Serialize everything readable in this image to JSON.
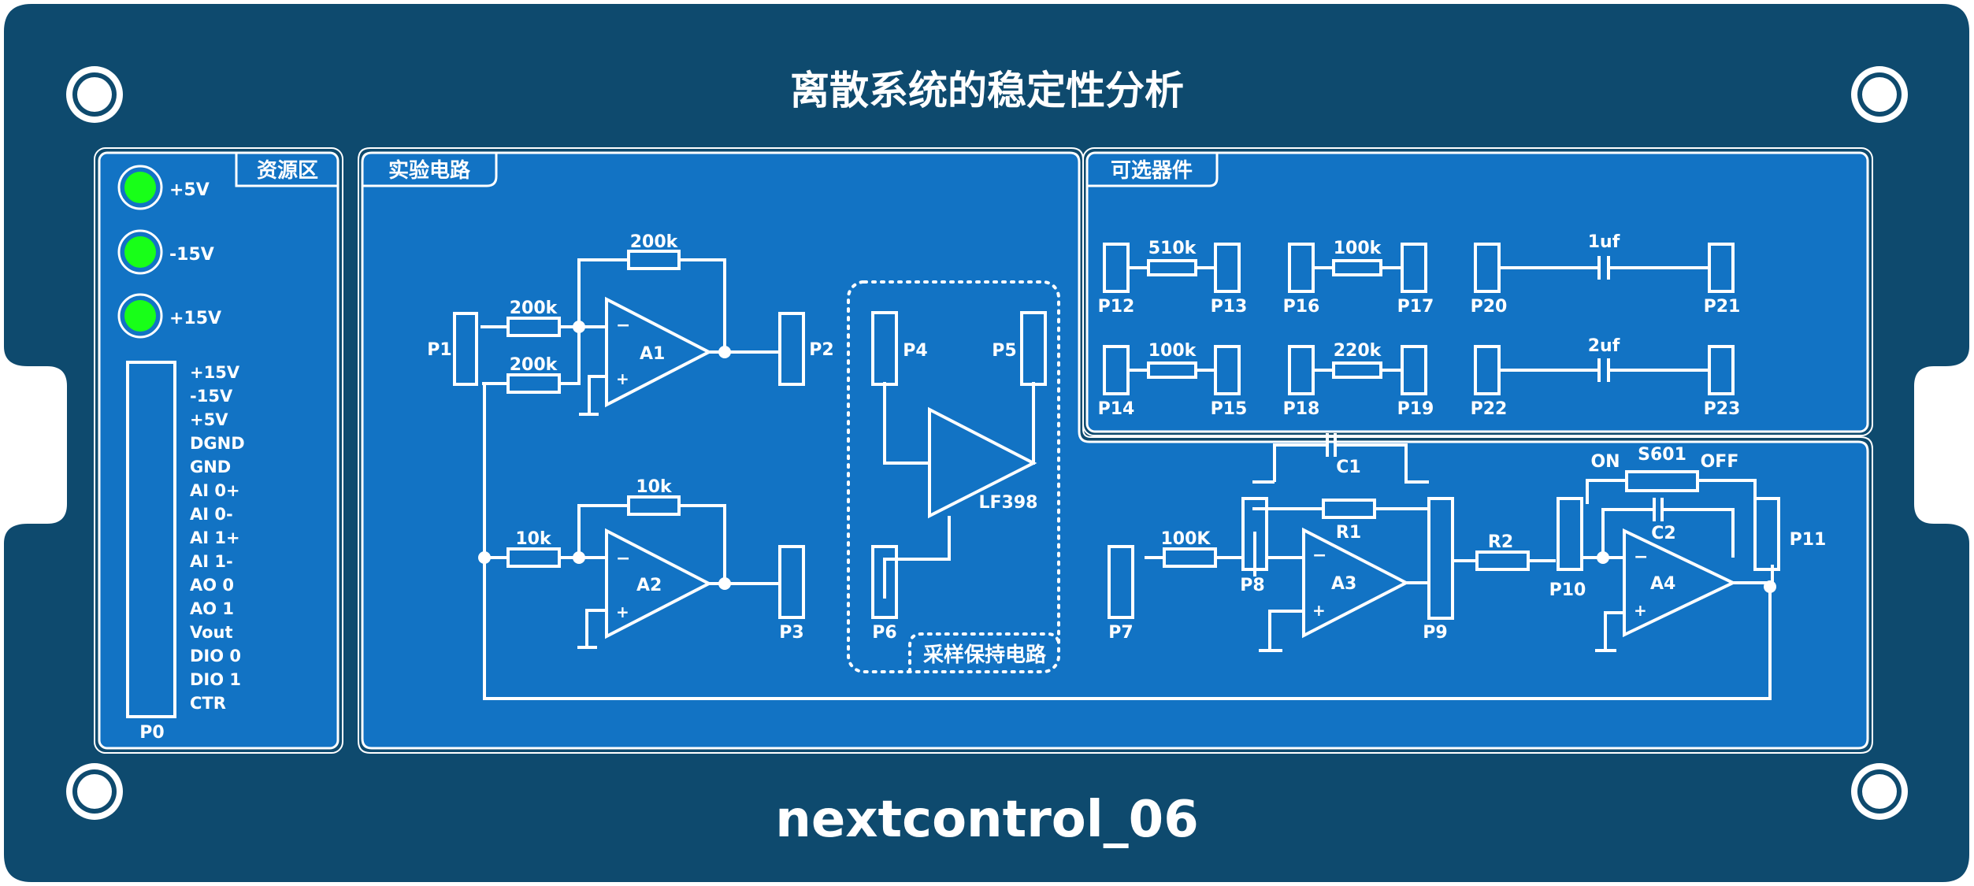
{
  "title": "离散系统的稳定性分析",
  "brand": {
    "prefix": "n",
    "x": "e",
    "rest": "xtcontrol_06"
  },
  "colors": {
    "board": "#0e4a6e",
    "panel": "#1273c4",
    "led": "#18ff18",
    "line": "#ffffff"
  },
  "resource": {
    "label": "资源区",
    "leds": [
      "+5V",
      "-15V",
      "+15V"
    ],
    "connector_labels": [
      "+15V",
      "-15V",
      "+5V",
      "DGND",
      "GND",
      "AI 0+",
      "AI 0-",
      "AI 1+",
      "AI 1-",
      "AO 0",
      "AO 1",
      "Vout",
      "DIO 0",
      "DIO 1",
      "CTR"
    ],
    "connector_name": "P0"
  },
  "experiment": {
    "label": "实验电路",
    "ports": {
      "p1": "P1",
      "p2": "P2",
      "p3": "P3",
      "p4": "P4",
      "p5": "P5",
      "p6": "P6",
      "p7": "P7",
      "p8": "P8",
      "p9": "P9",
      "p10": "P10",
      "p11": "P11"
    },
    "resistors": {
      "a1_in": "200k",
      "a1_in2": "200k",
      "a1_fb": "200k",
      "a2_in": "10k",
      "a2_fb": "10k",
      "a3_in": "100K",
      "r1": "R1",
      "r2": "R2"
    },
    "caps": {
      "c1": "C1",
      "c2": "C2"
    },
    "opamps": {
      "a1": "A1",
      "a2": "A2",
      "a3": "A3",
      "a4": "A4"
    },
    "sample_hold": {
      "chip": "LF398",
      "label": "采样保持电路"
    },
    "switch": {
      "name": "S601",
      "on": "ON",
      "off": "OFF"
    }
  },
  "optional": {
    "label": "可选器件",
    "items": [
      {
        "value": "510k",
        "left": "P12",
        "right": "P13"
      },
      {
        "value": "100k",
        "left": "P16",
        "right": "P17"
      },
      {
        "value": "1uf",
        "left": "P20",
        "right": "P21"
      },
      {
        "value": "100k",
        "left": "P14",
        "right": "P15"
      },
      {
        "value": "220k",
        "left": "P18",
        "right": "P19"
      },
      {
        "value": "2uf",
        "left": "P22",
        "right": "P23"
      }
    ]
  }
}
